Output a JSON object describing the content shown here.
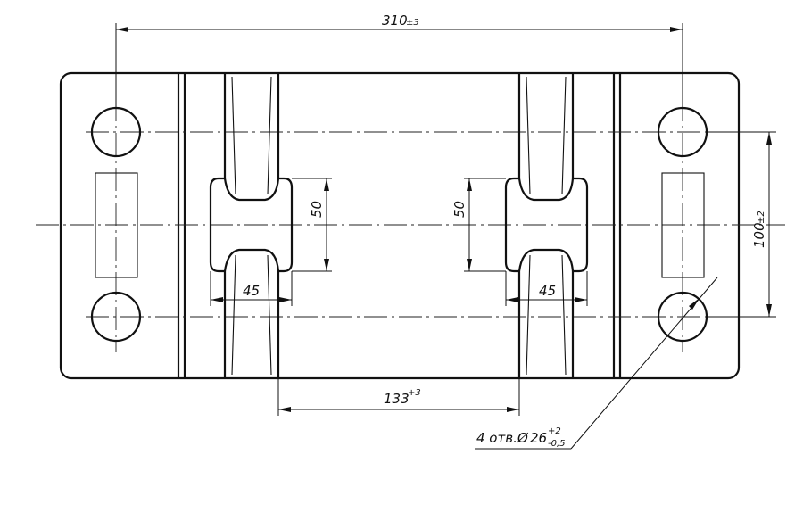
{
  "dimensions": {
    "overall_spacing": {
      "value": "310",
      "tolerance": "±3"
    },
    "vertical_spacing": {
      "value": "100",
      "tolerance": "±2"
    },
    "inner_spacing": {
      "value": "133",
      "tolerance": "+3"
    },
    "slot_height_left": "50",
    "slot_height_right": "50",
    "slot_width_left": "45",
    "slot_width_right": "45"
  },
  "hole_callout": {
    "count_text": "4 отв.",
    "diameter_symbol": "Ø",
    "diameter": "26",
    "upper_tolerance": "+2",
    "lower_tolerance": "-0,5"
  }
}
